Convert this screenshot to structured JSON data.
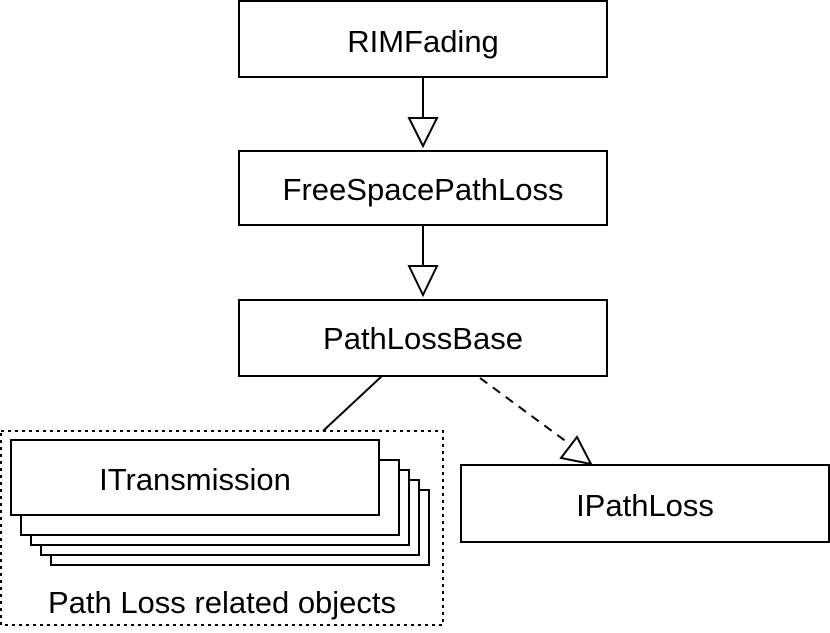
{
  "diagram": {
    "nodes": {
      "rim_fading": "RIMFading",
      "free_space_path_loss": "FreeSpacePathLoss",
      "path_loss_base": "PathLossBase",
      "i_transmission": "ITransmission",
      "i_path_loss": "IPathLoss"
    },
    "group": {
      "label": "Path Loss related objects"
    },
    "edges": [
      {
        "from": "RIMFading",
        "to": "FreeSpacePathLoss",
        "type": "inheritance"
      },
      {
        "from": "FreeSpacePathLoss",
        "to": "PathLossBase",
        "type": "inheritance"
      },
      {
        "from": "PathLossBase",
        "to": "IPathLoss",
        "type": "realization"
      },
      {
        "from": "PathLossBase",
        "to": "ITransmission",
        "type": "association"
      }
    ],
    "colors": {
      "stroke": "#000000",
      "fill": "#ffffff",
      "text": "#000000"
    }
  }
}
